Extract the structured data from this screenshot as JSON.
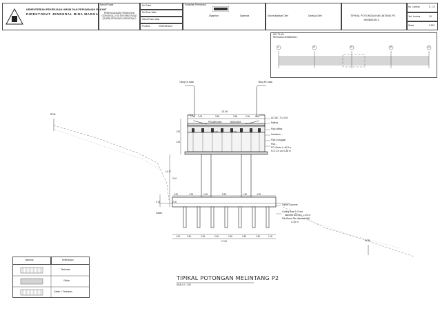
{
  "header": {
    "ministry_line1": "KEMENTERIAN PEKERJAAN UMUM DAN PERUMAHAN RAKYAT",
    "ministry_line2": "DIREKTORAT JENDERAL BINA MARGA",
    "nama_proyek_label": "Nama Proyek",
    "nama_proyek_value": "PERENCANAAN TEKNIK/DED GORONTALO OUTER RING ROAD (GORR) PROVINSI GORONTALO",
    "no_paket_label": "No Paket",
    "no_ruas_label": "No Ruas Jalan",
    "nama_ruas_label": "Nama Ruas Jalan",
    "provinsi_label": "Provinsi",
    "provinsi_value": "GORONTALO",
    "konsultan_label": "Konsultan Perencana",
    "digambar_label": "Digambar",
    "diperiksa_label": "Diperiksa",
    "dikonsultasikan_label": "Dikonsultasikan Oleh",
    "disetujui_label": "Disetujui Oleh",
    "sheet_title": "TIPIKAL POTONGAN MELINTANG P2",
    "sheet_subtitle": "JEMBATAN 1",
    "no_lembar_label": "No. Lembar",
    "no_lembar_value": "S - 13",
    "jml_lembar_label": "Jml. Lembar",
    "jml_lembar_value": "XX",
    "skala_label": "Skala",
    "skala_value": "1:200"
  },
  "key_plan": {
    "title": "KEY PLAN",
    "subtitle": "RENCANA JEMBATAN 1",
    "piers": [
      "A1",
      "P1",
      "P2",
      "P3",
      "A2"
    ]
  },
  "section": {
    "total_top": "13.00",
    "top_dims": [
      "1.00",
      "2.00",
      "3.50",
      "3.50",
      "2.00",
      "1.00"
    ],
    "lane_left": "PELABUHAN",
    "lane_right": "BANDARA",
    "slope_left": "2.0%",
    "slope_right": "2.0%",
    "callouts": [
      "AC-WC, T=4 CM",
      "Railing",
      "Pipa utilitas",
      "Sandaran ...",
      "Pipa Curuggan",
      "Plat ...",
      "PCI Girder L=40,8 m",
      "H=2,1 m c/c=1,85 m"
    ],
    "top_lamp_left": "Tiang Ke Jalan",
    "top_lamp_right": "Tiang Ke Jalan",
    "vert_dims": [
      "1.90",
      "1.52",
      "14.17",
      "3.10",
      "0.75",
      "2.00"
    ],
    "cap_dims": [
      "2.00",
      "4.25",
      "1.50",
      "5.50",
      "1.50",
      "4.25"
    ],
    "pile_callouts": [
      "Lantai Concrete",
      "Cutting Bore T=5 mm",
      "diameter 800 mm, L=20 m",
      "Pile Bored Pile diameter 800",
      "L=20 m"
    ],
    "galian_label": "Galian",
    "bottom_dims": [
      "1.00",
      "2.50",
      "2.50",
      "2.50",
      "2.50",
      "2.50",
      "2.50",
      "1.00"
    ],
    "total_bottom": "17.00",
    "rom_left": "ROM",
    "rom_right": "ROM"
  },
  "drawing_title": "TIPIKAL POTONGAN MELINTANG P2",
  "drawing_scale": "SKALA 1 : 200",
  "legend": {
    "col1": "Legenda",
    "col2": "Keterangan",
    "rows": [
      "Timbunan",
      "Galian",
      "Galian + Timbunan"
    ]
  }
}
